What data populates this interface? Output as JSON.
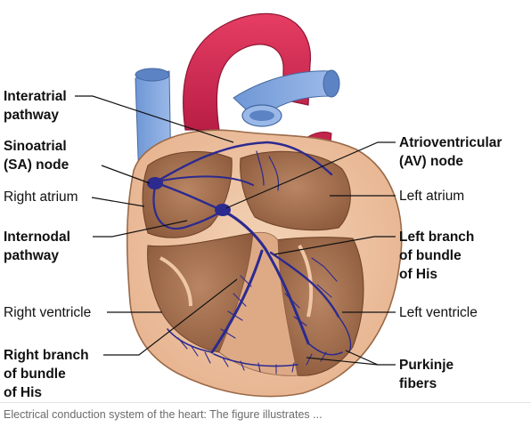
{
  "labels": {
    "interatrial": "Interatrial\npathway",
    "sa_node": "Sinoatrial\n(SA) node",
    "right_atrium": "Right atrium",
    "internodal": "Internodal\npathway",
    "right_ventricle": "Right ventricle",
    "right_branch": "Right branch\nof bundle\nof His",
    "av_node": "Atrioventricular\n(AV) node",
    "left_atrium": "Left atrium",
    "left_branch": "Left branch\nof bundle\nof His",
    "left_ventricle": "Left ventricle",
    "purkinje": "Purkinje\nfibers"
  },
  "caption": "Electrical conduction system of the heart: The figure illustrates ..."
}
